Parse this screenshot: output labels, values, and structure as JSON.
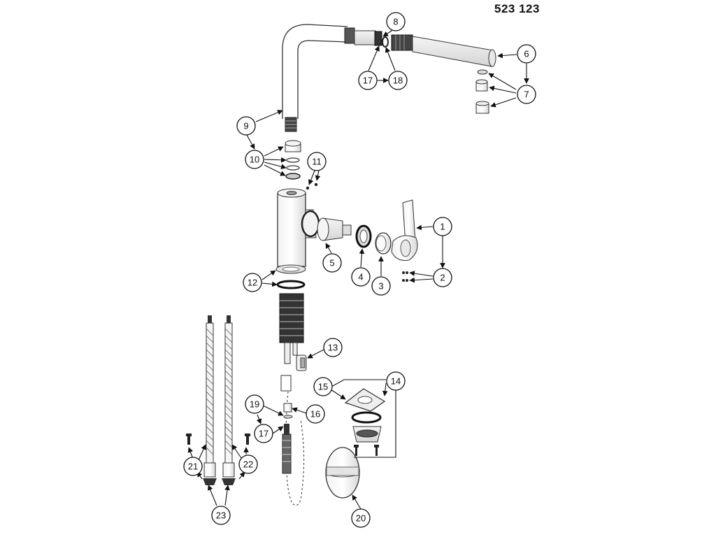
{
  "drawing": {
    "part_number": "523 123"
  },
  "callouts": [
    {
      "id": "c1",
      "label": "1"
    },
    {
      "id": "c2",
      "label": "2"
    },
    {
      "id": "c3",
      "label": "3"
    },
    {
      "id": "c4",
      "label": "4"
    },
    {
      "id": "c5",
      "label": "5"
    },
    {
      "id": "c6",
      "label": "6"
    },
    {
      "id": "c7",
      "label": "7"
    },
    {
      "id": "c8",
      "label": "8"
    },
    {
      "id": "c9",
      "label": "9"
    },
    {
      "id": "c10",
      "label": "10"
    },
    {
      "id": "c11",
      "label": "11"
    },
    {
      "id": "c12",
      "label": "12"
    },
    {
      "id": "c13",
      "label": "13"
    },
    {
      "id": "c14",
      "label": "14"
    },
    {
      "id": "c15",
      "label": "15"
    },
    {
      "id": "c16",
      "label": "16"
    },
    {
      "id": "c17a",
      "label": "17"
    },
    {
      "id": "c17b",
      "label": "17"
    },
    {
      "id": "c18",
      "label": "18"
    },
    {
      "id": "c19",
      "label": "19"
    },
    {
      "id": "c20",
      "label": "20"
    },
    {
      "id": "c21",
      "label": "21"
    },
    {
      "id": "c22",
      "label": "22"
    },
    {
      "id": "c23",
      "label": "23"
    }
  ]
}
